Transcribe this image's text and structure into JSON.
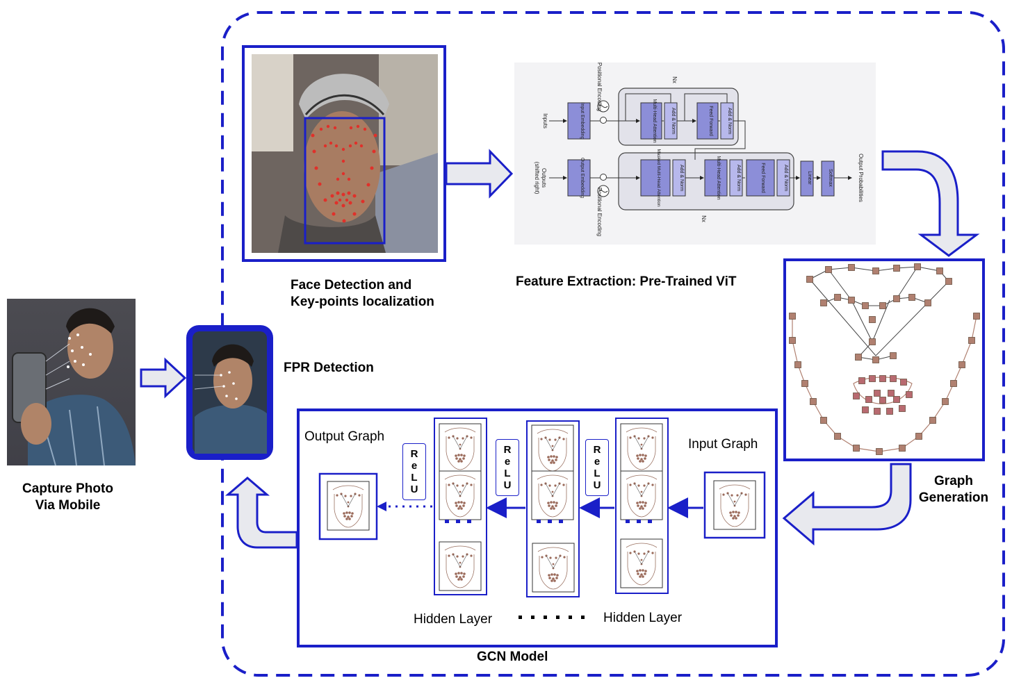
{
  "capture": {
    "line1": "Capture Photo",
    "line2": "Via Mobile"
  },
  "fpr_label": "FPR Detection",
  "face_detection": {
    "line1": "Face Detection and",
    "line2": "Key-points localization"
  },
  "feature_extraction": "Feature Extraction: Pre-Trained ViT",
  "graph_generation": {
    "line1": "Graph",
    "line2": "Generation"
  },
  "gcn": {
    "title": "GCN Model",
    "output_graph": "Output Graph",
    "input_graph": "Input Graph",
    "hidden_left": "Hidden Layer",
    "hidden_right": "Hidden Layer",
    "relu": [
      "R",
      "e",
      "L",
      "U"
    ]
  },
  "transformer": {
    "inputs": "Inputs",
    "outputs": "Outputs",
    "outputs_sub": "(shifted right)",
    "input_embedding": "Input Embedding",
    "output_embedding": "Output Embedding",
    "positional_encoding": "Positional Encoding",
    "nx": "Nx",
    "multi_head": "Multi-Head Attention",
    "masked_multi_head": "Masked Multi-Head Attention",
    "add_norm": "Add & Norm",
    "feed_forward": "Feed Forward",
    "linear": "Linear",
    "softmax": "Softmax",
    "output_probabilities": "Output Probabilities"
  },
  "colors": {
    "frame_blue": "#1a1fc8",
    "arrow_fill": "#e8e9ee",
    "arrow_stroke": "#1a1fc8",
    "graph_node": "#a08070",
    "keypoint_red": "#e0302a",
    "transformer_block": "#8c8ed8"
  }
}
